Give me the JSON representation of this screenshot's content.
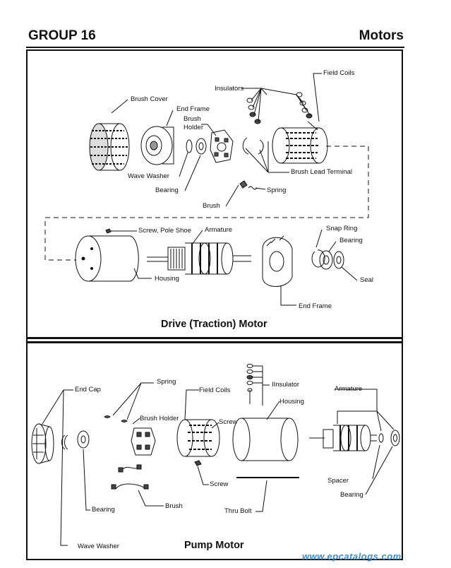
{
  "header": {
    "group": "GROUP 16",
    "section": "Motors"
  },
  "drive_motor": {
    "caption": "Drive (Traction)  Motor",
    "labels": {
      "field_coils": "Field Coils",
      "insulators": "Insulators",
      "brush_cover": "Brush Cover",
      "end_frame_top": "End Frame",
      "brush_holder_1": "Brush",
      "brush_holder_2": "Holder",
      "wave_washer": "Wave Washer",
      "bearing_top": "Bearing",
      "brush_lead_terminal": "Brush Lead Terminal",
      "spring": "Spring",
      "brush": "Brush",
      "screw_pole_shoe": "Screw, Pole Shoe",
      "armature": "Armature",
      "snap_ring": "Snap Ring",
      "bearing_right": "Bearing",
      "seal": "Seal",
      "housing": "Housing",
      "end_frame_bottom": "End Frame"
    }
  },
  "pump_motor": {
    "caption": "Pump Motor",
    "labels": {
      "end_cap": "End Cap",
      "spring": "Spring",
      "field_coils": "Field Coils",
      "insulator": "IInsulator",
      "armature": "Armature",
      "brush_holder": "Brush Holder",
      "screw_upper": "Screw",
      "housing": "Housing",
      "screw_lower": "Screw",
      "spacer": "Spacer",
      "bearing_right": "Bearing",
      "bearing_left": "Bearing",
      "brush": "Brush",
      "thru_bolt": "Thru Bolt",
      "wave_washer": "Wave Washer"
    }
  },
  "watermark": "www.epcatalogs.com"
}
